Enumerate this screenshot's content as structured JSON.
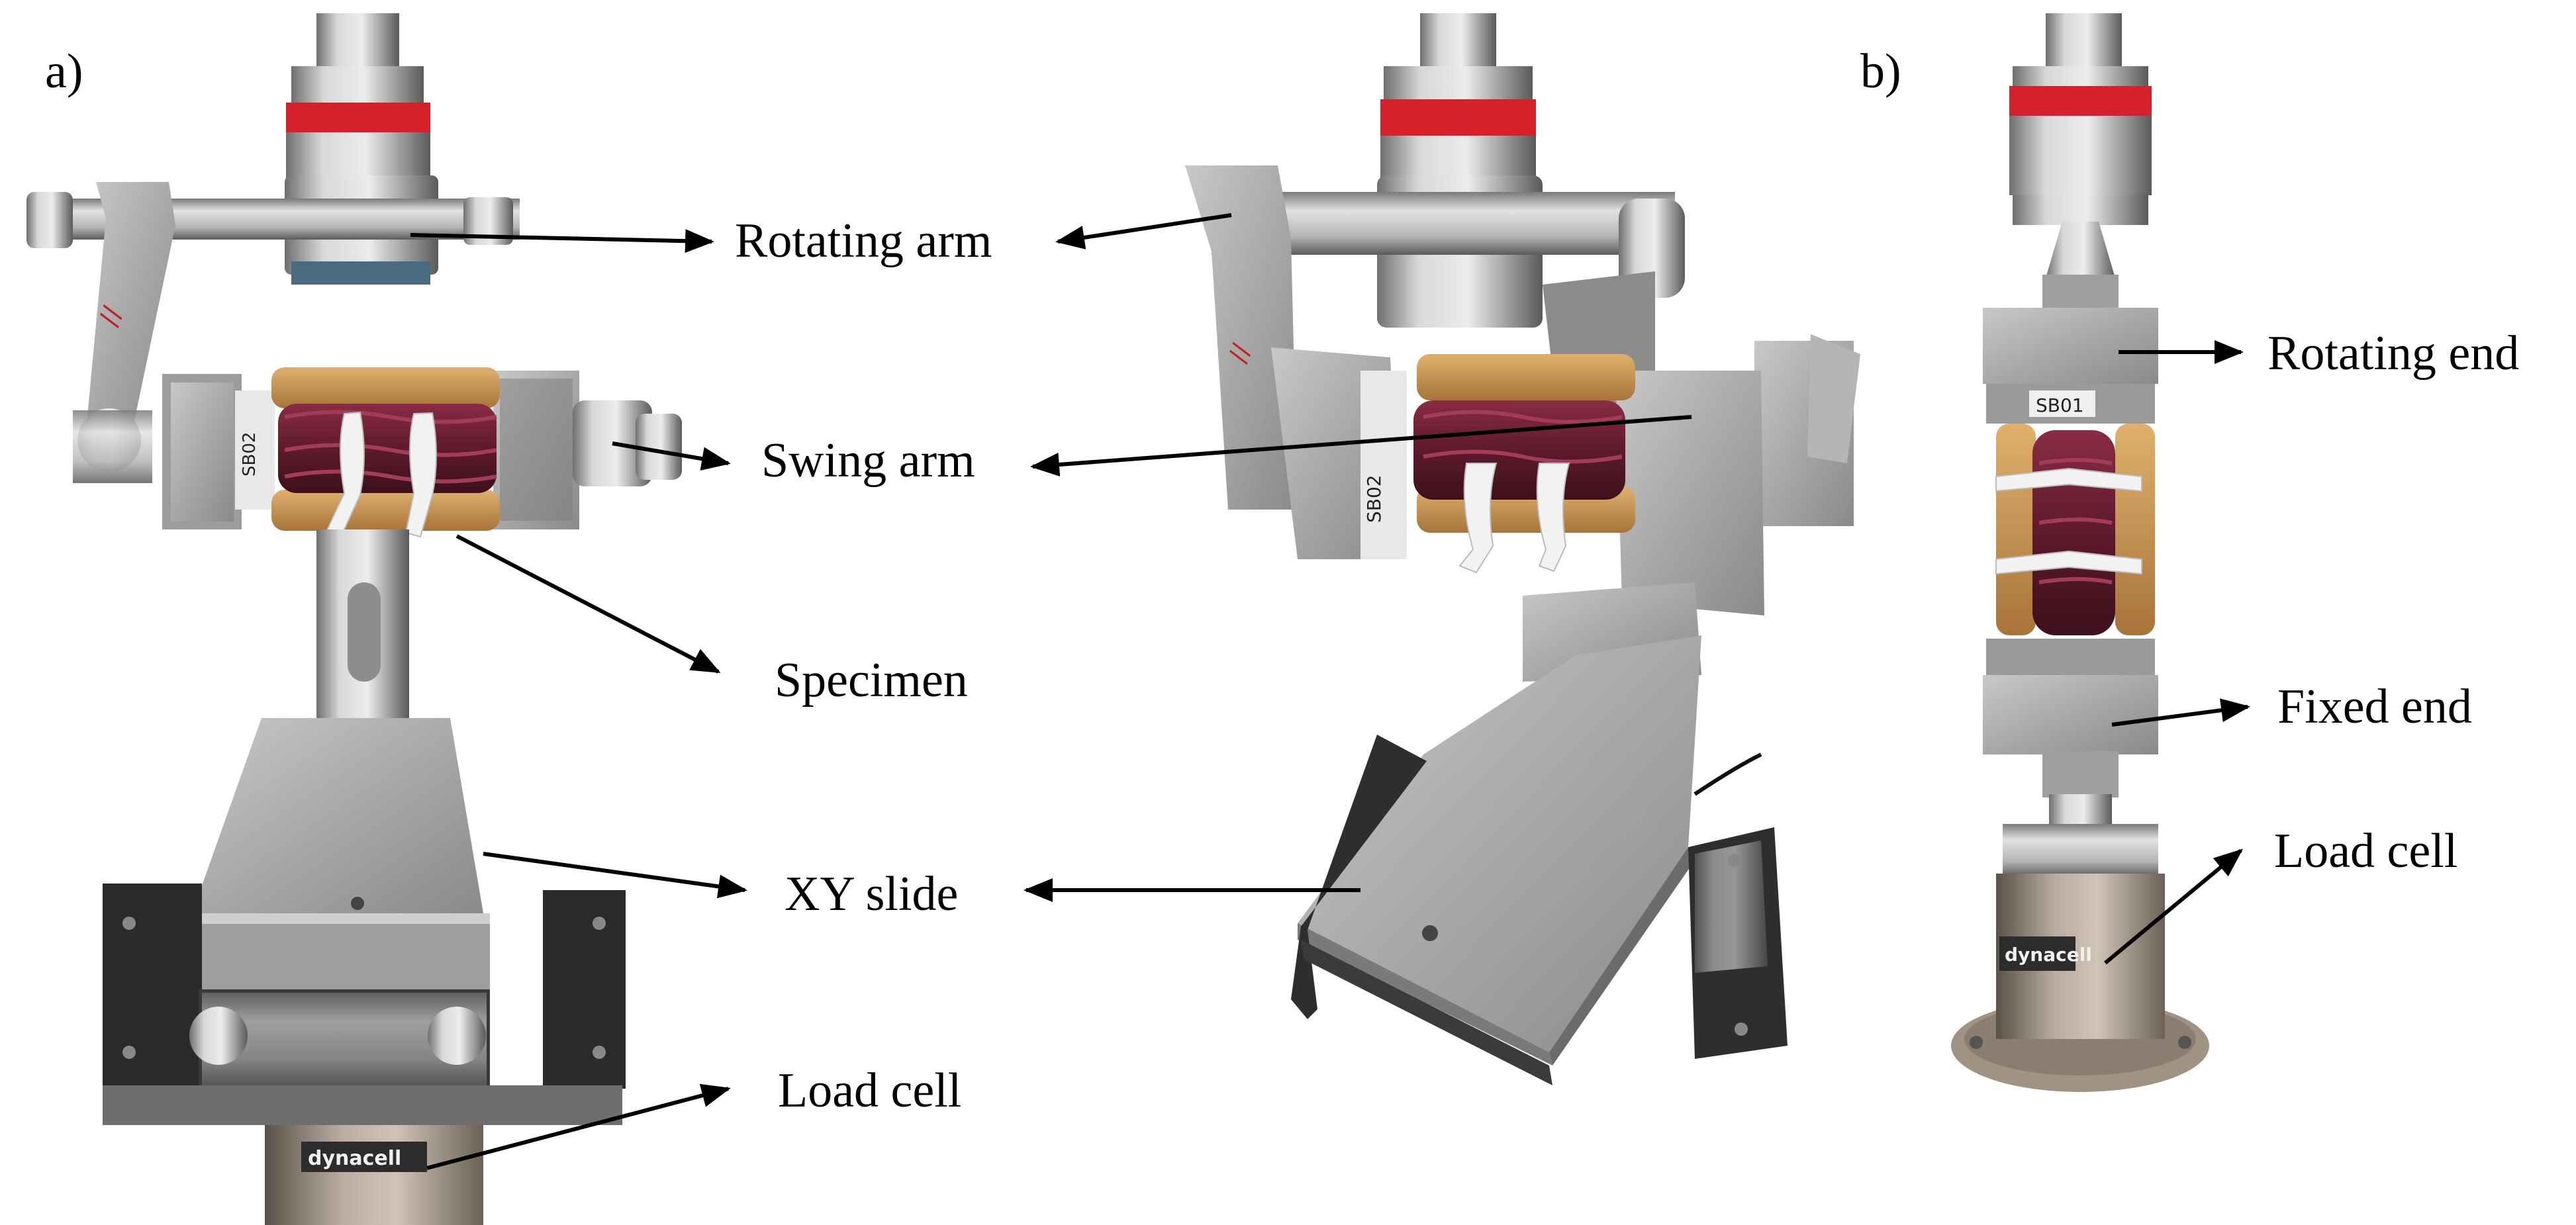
{
  "panels": {
    "a": {
      "letter": "a)",
      "labels": {
        "rotating_arm": "Rotating arm",
        "swing_arm": "Swing arm",
        "specimen": "Specimen",
        "xy_slide": "XY slide",
        "load_cell": "Load cell"
      },
      "specimen_tag": "SB02",
      "load_cell_brand": "dynacell"
    },
    "a2": {
      "specimen_tag": "SB02"
    },
    "b": {
      "letter": "b)",
      "labels": {
        "rotating_end": "Rotating end",
        "fixed_end": "Fixed end",
        "load_cell": "Load cell"
      },
      "specimen_tag": "SB01",
      "load_cell_brand": "dynacell"
    }
  },
  "colors": {
    "steel_light": "#d9d9d9",
    "steel_mid": "#a9a9a9",
    "steel_dark": "#5f5f5f",
    "red_band": "#d6202a",
    "specimen_bone": "#c9954d",
    "specimen_disc": "#6b1f33",
    "clip_white": "#f2f2f2",
    "black_block": "#2a2a2a"
  }
}
